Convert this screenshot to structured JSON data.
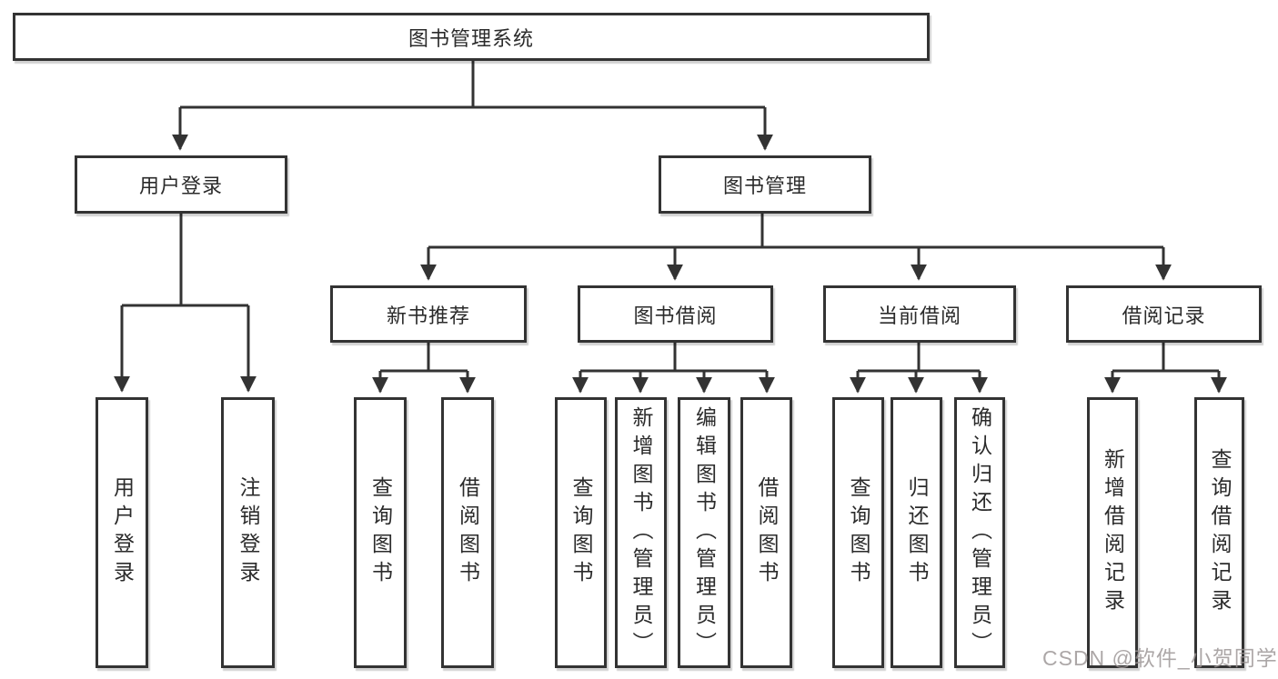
{
  "diagram_title": "图书管理系统",
  "tree": {
    "label": "图书管理系统",
    "children": [
      {
        "label": "用户登录",
        "children": [
          {
            "label": "用户登录"
          },
          {
            "label": "注销登录"
          }
        ]
      },
      {
        "label": "图书管理",
        "children": [
          {
            "label": "新书推荐",
            "children": [
              {
                "label": "查询图书"
              },
              {
                "label": "借阅图书"
              }
            ]
          },
          {
            "label": "图书借阅",
            "children": [
              {
                "label": "查询图书"
              },
              {
                "label": "新增图书（管理员）"
              },
              {
                "label": "编辑图书（管理员）"
              },
              {
                "label": "借阅图书"
              }
            ]
          },
          {
            "label": "当前借阅",
            "children": [
              {
                "label": "查询图书"
              },
              {
                "label": "归还图书"
              },
              {
                "label": "确认归还（管理员）"
              }
            ]
          },
          {
            "label": "借阅记录",
            "children": [
              {
                "label": "新增借阅记录"
              },
              {
                "label": "查询借阅记录"
              }
            ]
          }
        ]
      }
    ]
  },
  "watermark": "CSDN @软件_小贺同学",
  "colors": {
    "line": "#333333",
    "box_border": "#333333",
    "box_fill": "#ffffff",
    "text": "#2b2b2b",
    "watermark": "#9b9494",
    "background": "#ffffff"
  }
}
